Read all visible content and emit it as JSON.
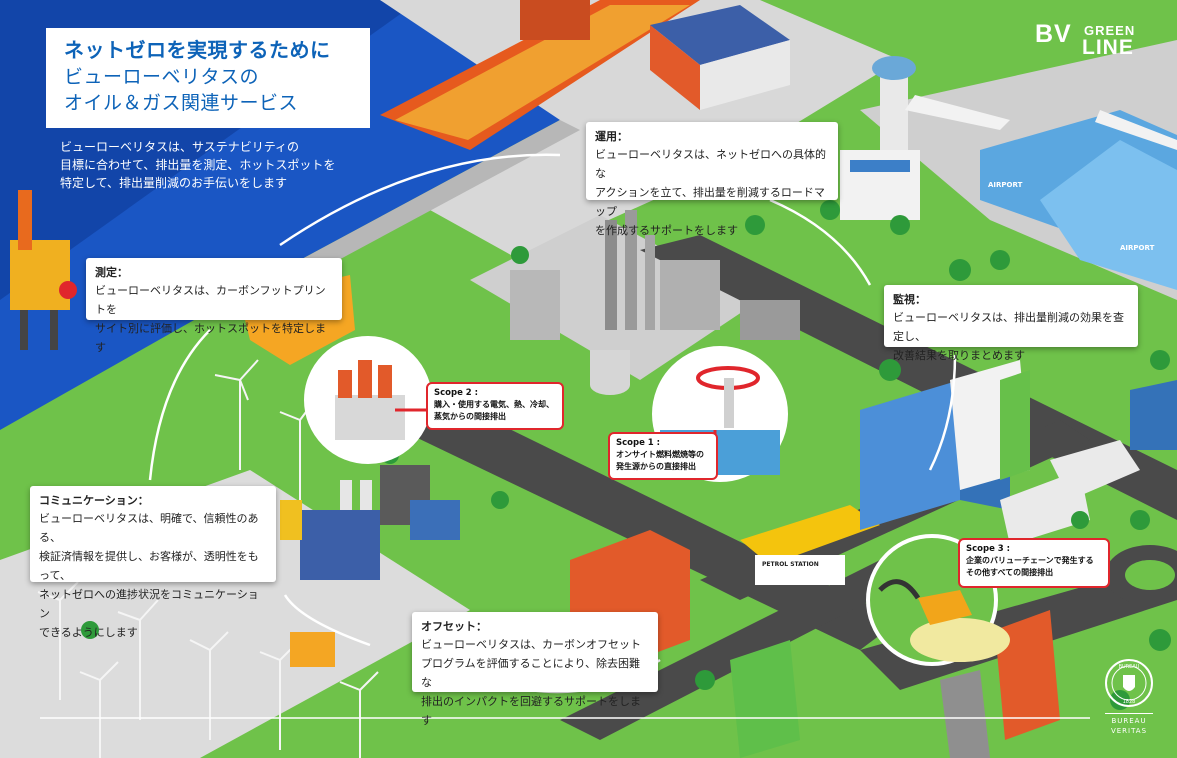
{
  "title": {
    "line1": "ネットゼロを実現するために",
    "line2": "ビューローベリタスの",
    "line3": "オイル＆ガス関連サービス"
  },
  "intro": "ビューローベリタスは、サステナビリティの\n目標に合わせて、排出量を測定、ホットスポットを\n特定して、排出量削減のお手伝いをします",
  "logo": {
    "bv": "BV",
    "green": "GREEN",
    "line": "LINE"
  },
  "steps": {
    "measure": {
      "head": "測定：",
      "body": "ビューローベリタスは、カーボンフットプリントを\nサイト別に評価し、ホットスポットを特定します"
    },
    "operate": {
      "head": "運用：",
      "body": "ビューローベリタスは、ネットゼロへの具体的な\nアクションを立て、排出量を削減するロードマップ\nを作成するサポートをします"
    },
    "monitor": {
      "head": "監視：",
      "body": "ビューローベリタスは、排出量削減の効果を查定し、\n改善結果を取りまとめます"
    },
    "communicate": {
      "head": "コミュニケーション：",
      "body": "ビューローベリタスは、明確で、信頼性のある、\n検証済情報を提供し、お客様が、透明性をもって、\nネットゼロへの進捗状況をコミュニケーション\nできるようにします"
    },
    "offset": {
      "head": "オフセット：",
      "body": "ビューローベリタスは、カーボンオフセット\nプログラムを評価することにより、除去困難な\n排出のインパクトを回避するサポートをします"
    }
  },
  "scopes": {
    "scope1": {
      "title": "Scope 1 :",
      "body": "オンサイト燃料燃焼等の\n発生源からの直接排出"
    },
    "scope2": {
      "title": "Scope 2 :",
      "body": "購入・使用する電気、熱、冷却、\n蒸気からの間接排出"
    },
    "scope3": {
      "title": "Scope 3 :",
      "body": "企業のバリューチェーンで発生する\nその他すべての間接排出"
    }
  },
  "signs": {
    "airport1": "AIRPORT",
    "airport2": "AIRPORT",
    "petrol": "PETROL STATION"
  },
  "seal": {
    "top": "BUREAU",
    "year": "1828",
    "bottom1": "BUREAU",
    "bottom2": "VERITAS"
  },
  "colors": {
    "sea": "#1a56c4",
    "grass": "#6fc24a",
    "road": "#4a4a4a",
    "accent_blue": "#0d63b8",
    "scope_red": "#e0262c",
    "wind_field": "#dcdcdc"
  }
}
